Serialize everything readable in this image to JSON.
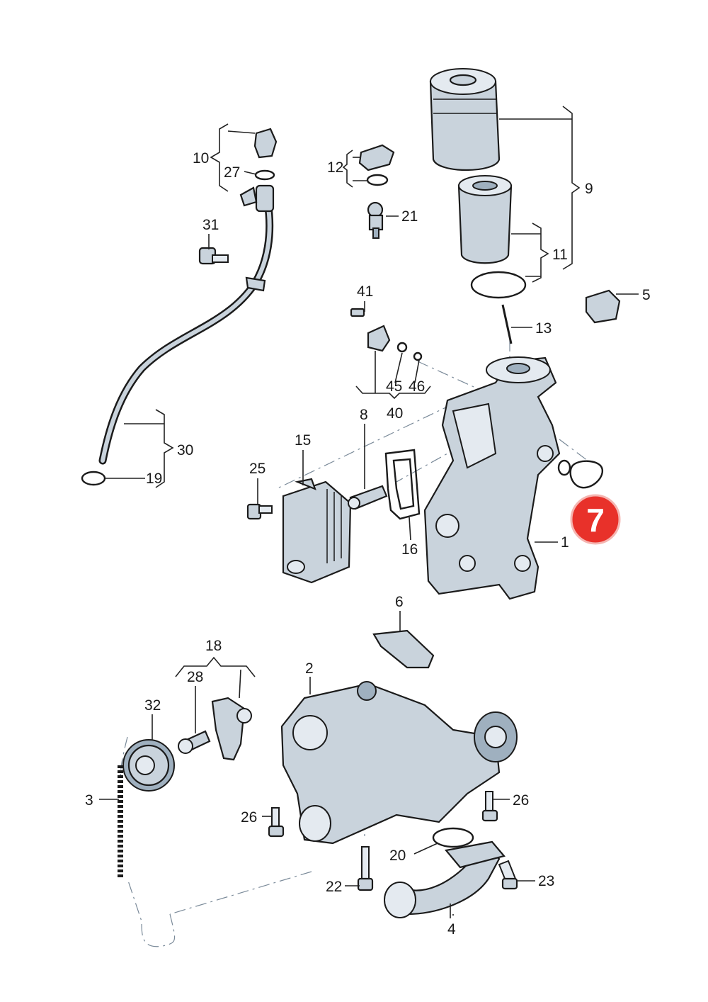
{
  "callouts": {
    "n1": "1",
    "n2": "2",
    "n3": "3",
    "n4": "4",
    "n5": "5",
    "n6": "6",
    "n8": "8",
    "n9": "9",
    "n10": "10",
    "n11": "11",
    "n12": "12",
    "n13": "13",
    "n15": "15",
    "n16": "16",
    "n18": "18",
    "n19": "19",
    "n20": "20",
    "n21": "21",
    "n22": "22",
    "n23": "23",
    "n25": "25",
    "n26a": "26",
    "n26b": "26",
    "n27": "27",
    "n28": "28",
    "n30": "30",
    "n31": "31",
    "n32": "32",
    "n40": "40",
    "n41": "41",
    "n45": "45",
    "n46": "46"
  },
  "highlight": {
    "number": "7",
    "color": "#e8312a",
    "text_color": "#ffffff"
  },
  "colors": {
    "part_fill": "#c9d3dc",
    "outline": "#1b1b1b",
    "dash_line": "#7a8a99"
  }
}
